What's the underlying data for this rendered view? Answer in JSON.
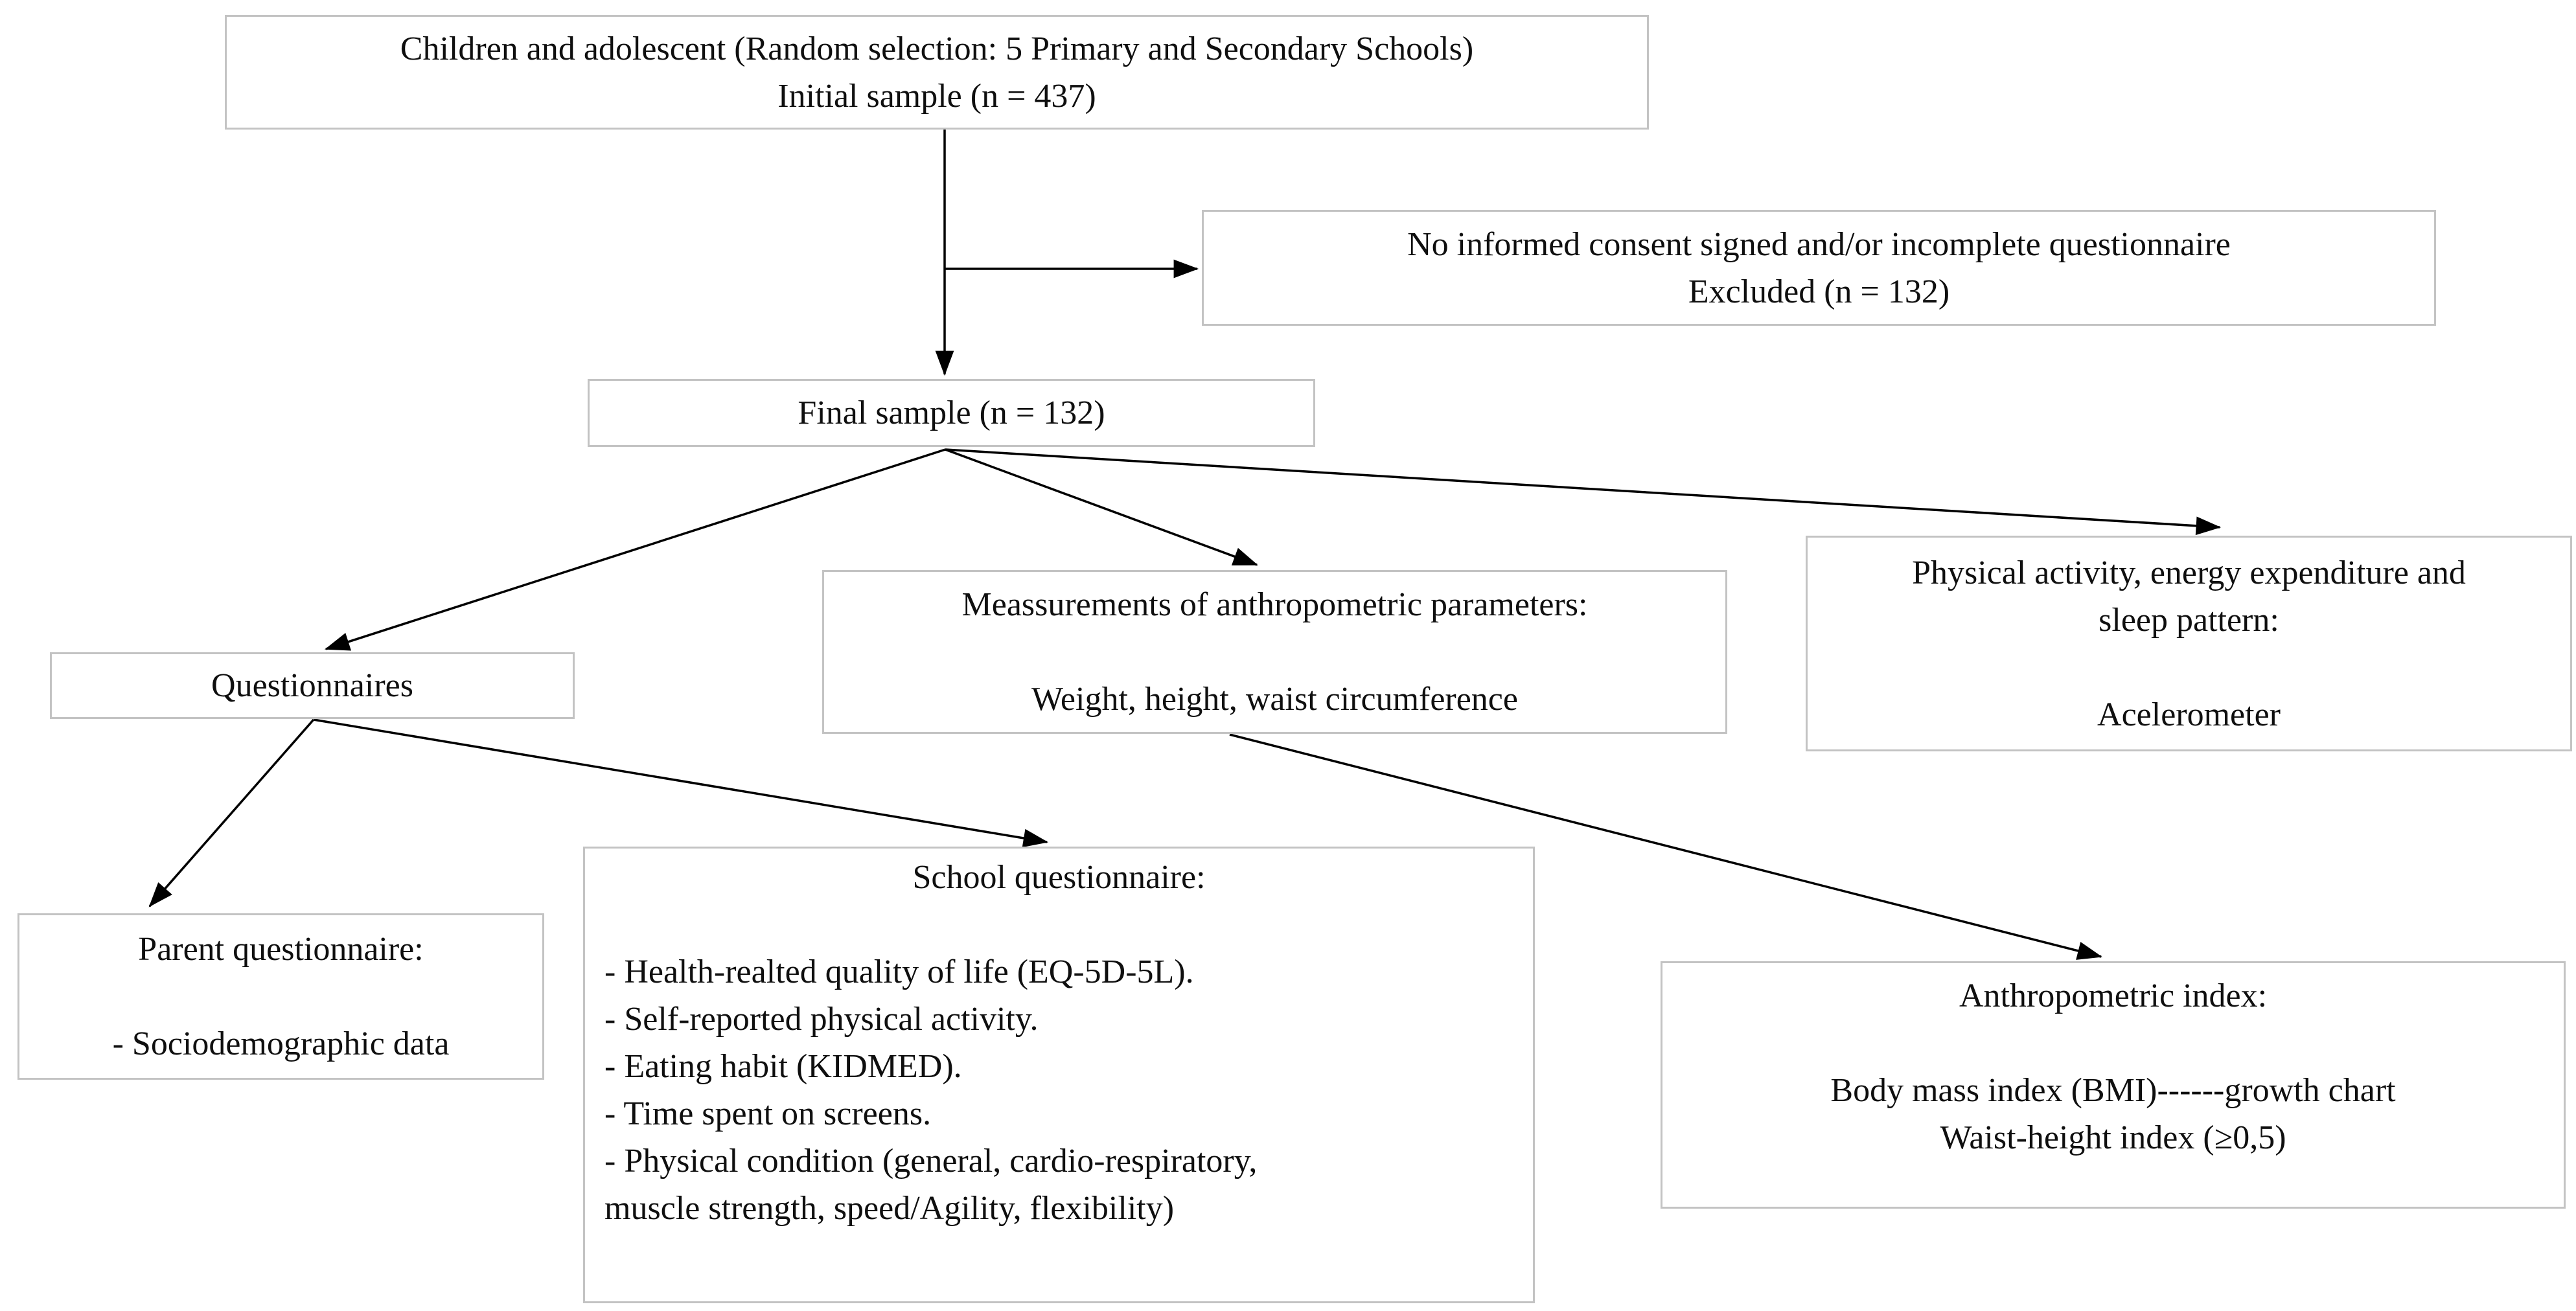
{
  "figure": {
    "type": "study-flowchart",
    "description": "Participant flow diagram from initial sample to measurements"
  },
  "colors": {
    "background": "#ffffff",
    "box_border": "#c3c3c3",
    "arrow": "#000000",
    "text": "#0f0f0f"
  },
  "boxes": {
    "initial": {
      "line1": "Children and adolescent (Random selection: 5 Primary and Secondary Schools)",
      "line2": "Initial sample (n = 437)"
    },
    "excluded": {
      "line1": "No informed consent signed and/or incomplete questionnaire",
      "line2": "Excluded (n = 132)"
    },
    "final": {
      "line1": "Final sample (n = 132)"
    },
    "questionnaires": {
      "line1": "Questionnaires"
    },
    "measurements": {
      "line1": "Meassurements of anthropometric parameters:",
      "line2": "Weight, height, waist circumference"
    },
    "physical_activity": {
      "line1": "Physical activity, energy expenditure and",
      "line2": "sleep pattern:",
      "line3": "Acelerometer"
    },
    "parent": {
      "line1": "Parent questionnaire:",
      "line2": "- Sociodemographic data"
    },
    "school": {
      "title": "School questionnaire:",
      "items": [
        "- Health-realted quality of life (EQ-5D-5L).",
        "- Self-reported physical activity.",
        "- Eating habit (KIDMED).",
        "- Time spent on screens.",
        "- Physical condition (general, cardio-respiratory,",
        "muscle strength, speed/Agility, flexibility)"
      ]
    },
    "anthropometric": {
      "line1": "Anthropometric index:",
      "line2": "Body mass index (BMI)------growth chart",
      "line3": "Waist-height index (≥0,5)"
    }
  }
}
